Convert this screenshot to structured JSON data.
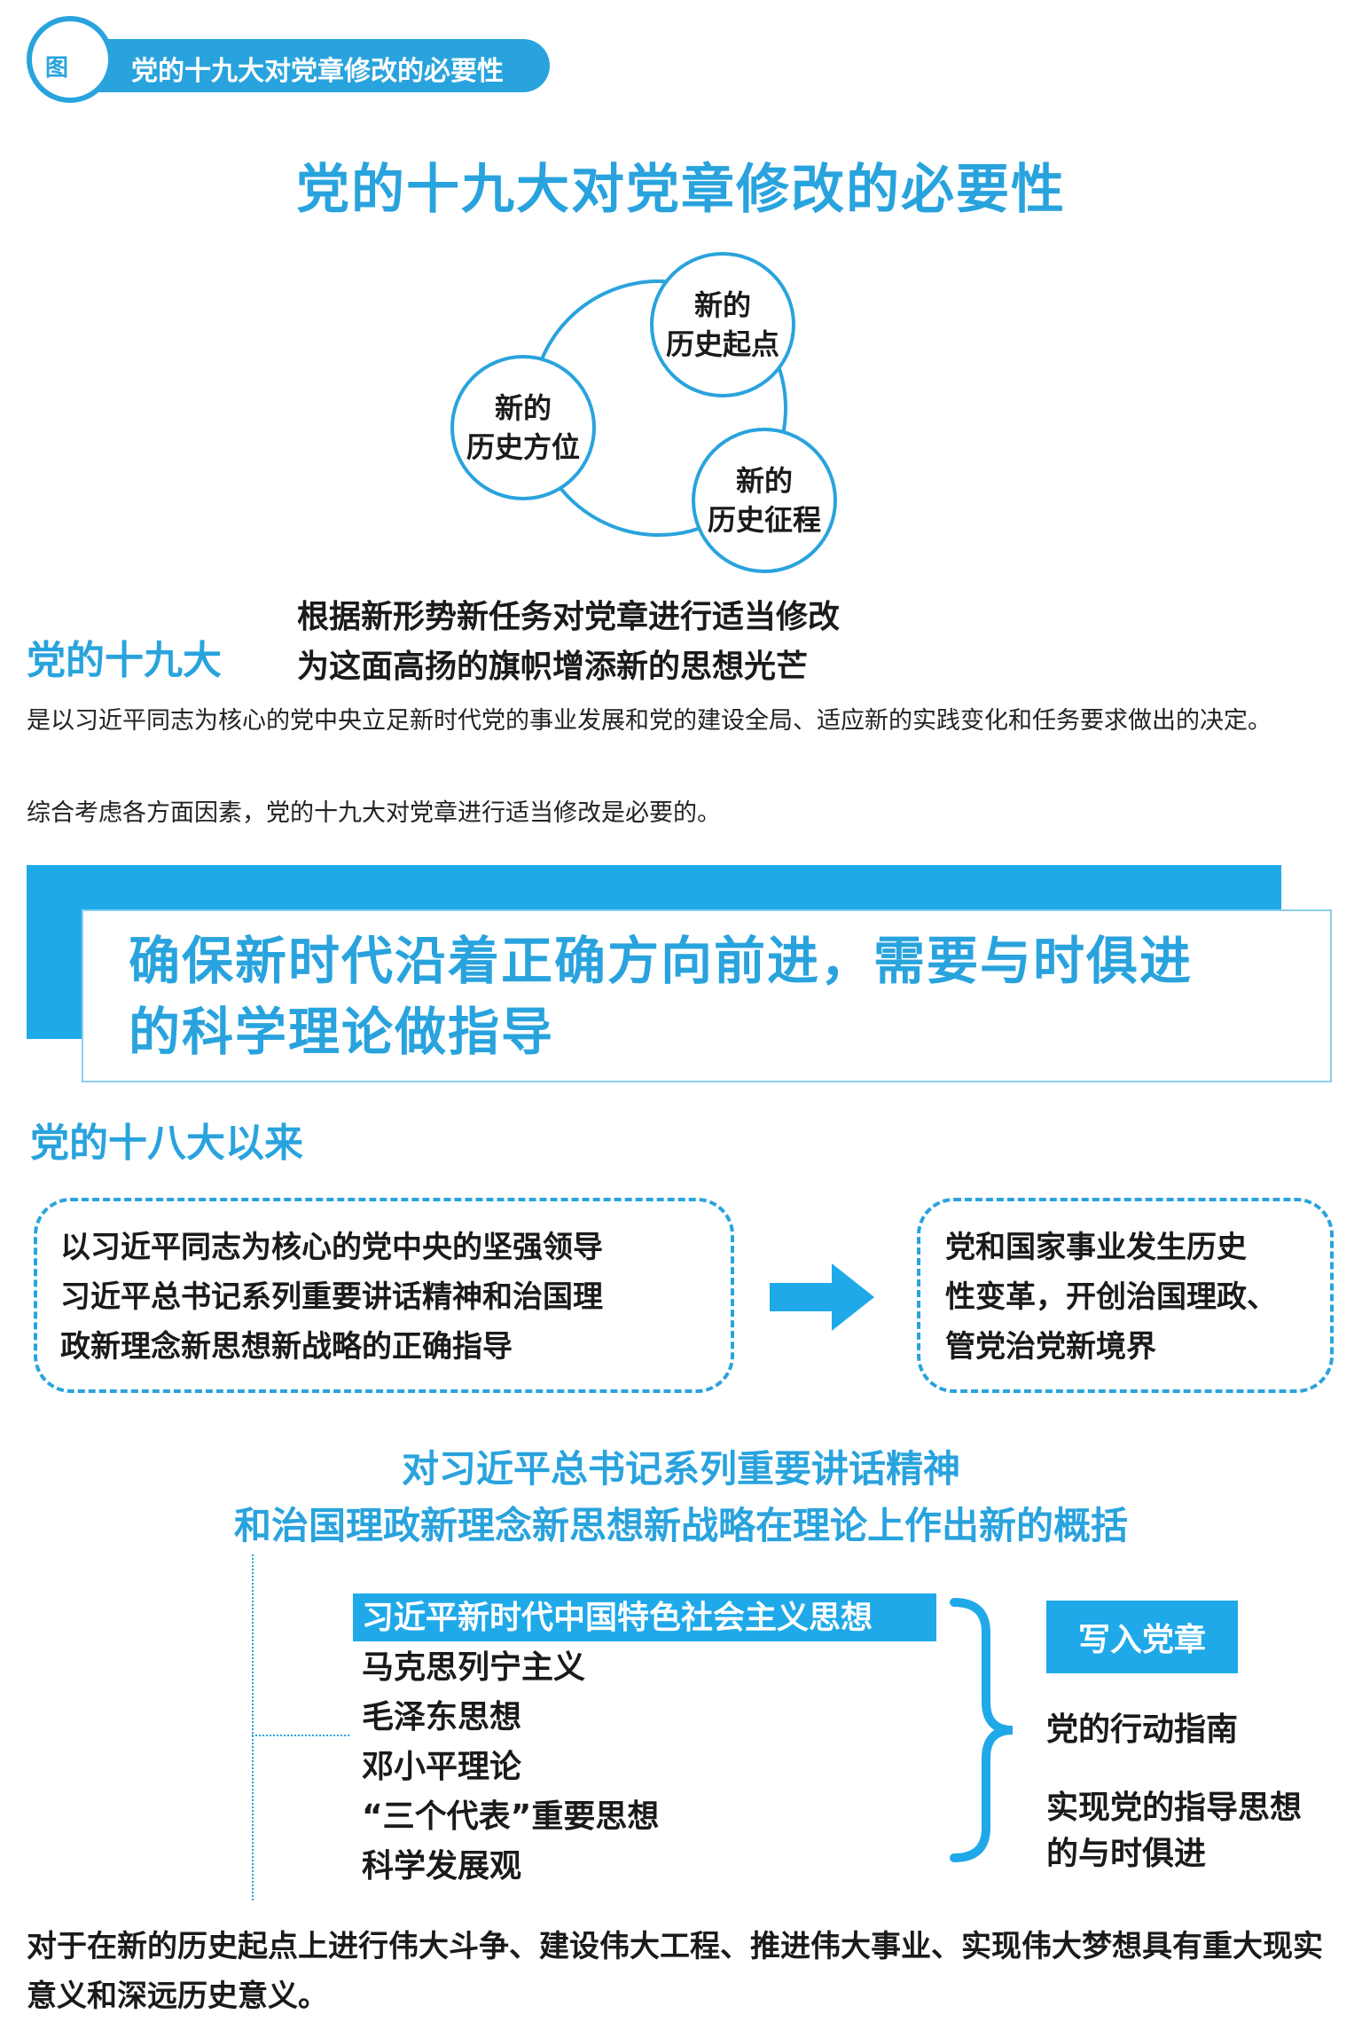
{
  "header": {
    "tag_label": "图",
    "tag_title": "党的十九大对党章修改的必要性"
  },
  "main_title": "党的十九大对党章修改的必要性",
  "cycle": {
    "node_top": [
      "新的",
      "历史起点"
    ],
    "node_left": [
      "新的",
      "历史方位"
    ],
    "node_bottom": [
      "新的",
      "历史征程"
    ]
  },
  "congress": {
    "label": "党的十九大",
    "line1": "根据新形势新任务对党章进行适当修改",
    "line2": "为这面高扬的旗帜增添新的思想光芒"
  },
  "paragraph": {
    "p1": "是以习近平同志为核心的党中央立足新时代党的事业发展和党的建设全局、适应新的实践变化和任务要求做出的决定。",
    "p2": "综合考虑各方面因素，党的十九大对党章进行适当修改是必要的。"
  },
  "banner": {
    "line1": "确保新时代沿着正确方向前进，需要与时俱进",
    "line2": "的科学理论做指导"
  },
  "since_label": "党的十八大以来",
  "left_box": [
    "以习近平同志为核心的党中央的坚强领导",
    "习近平总书记系列重要讲话精神和治国理",
    "政新理念新思想新战略的正确指导"
  ],
  "right_box": [
    "党和国家事业发生历史",
    "性变革，开创治国理政、",
    "管党治党新境界"
  ],
  "summary_title": {
    "line1": "对习近平总书记系列重要讲话精神",
    "line2": "和治国理政新理念新思想新战略在理论上作出新的概括"
  },
  "theory_list": [
    "习近平新时代中国特色社会主义思想",
    "马克思列宁主义",
    "毛泽东思想",
    "邓小平理论",
    "“三个代表”重要思想",
    "科学发展观"
  ],
  "write_label": "写入党章",
  "action_label": "党的行动指南",
  "guide_lines": [
    "实现党的指导思想",
    "的与时俱进"
  ],
  "final_text": "对于在新的历史起点上进行伟大斗争、建设伟大工程、推进伟大事业、实现伟大梦想具有重大现实意义和深远历史意义。",
  "colors": {
    "accent": "#29a3dd",
    "fill": "#1fa9e9",
    "text": "#1a1a1a"
  }
}
